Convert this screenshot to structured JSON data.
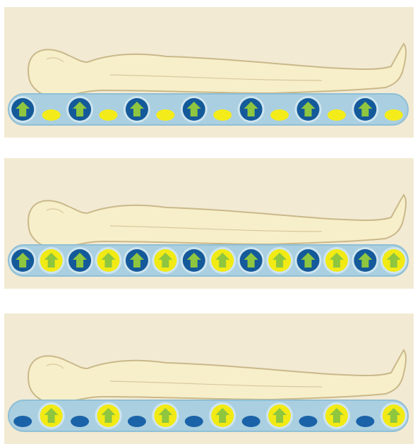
{
  "colors": {
    "background": "#f2ead3",
    "mattress_base": "#aacfe0",
    "mattress_edge": "#8fbfd6",
    "inflated_blue": "#145a9a",
    "inflated_yellow": "#f2ea14",
    "deflated_yellow": "#f4ec1a",
    "deflated_blue": "#1b63a8",
    "arrow_green": "#8ec63f",
    "body_fill": "#f7efc9",
    "body_stroke": "#c9b88a"
  },
  "icons": {
    "arrow": "up-arrow-icon",
    "figure": "lying-figure"
  },
  "panels": [
    {
      "name": "panel-alternating-blue",
      "cells": [
        "B",
        "y",
        "B",
        "y",
        "B",
        "y",
        "B",
        "y",
        "B",
        "y",
        "B",
        "y",
        "B",
        "y"
      ]
    },
    {
      "name": "panel-all-inflated",
      "cells": [
        "B",
        "Y",
        "B",
        "Y",
        "B",
        "Y",
        "B",
        "Y",
        "B",
        "Y",
        "B",
        "Y",
        "B",
        "Y"
      ]
    },
    {
      "name": "panel-alternating-yellow",
      "cells": [
        "b",
        "Y",
        "b",
        "Y",
        "b",
        "Y",
        "b",
        "Y",
        "b",
        "Y",
        "b",
        "Y",
        "b",
        "Y"
      ]
    }
  ]
}
